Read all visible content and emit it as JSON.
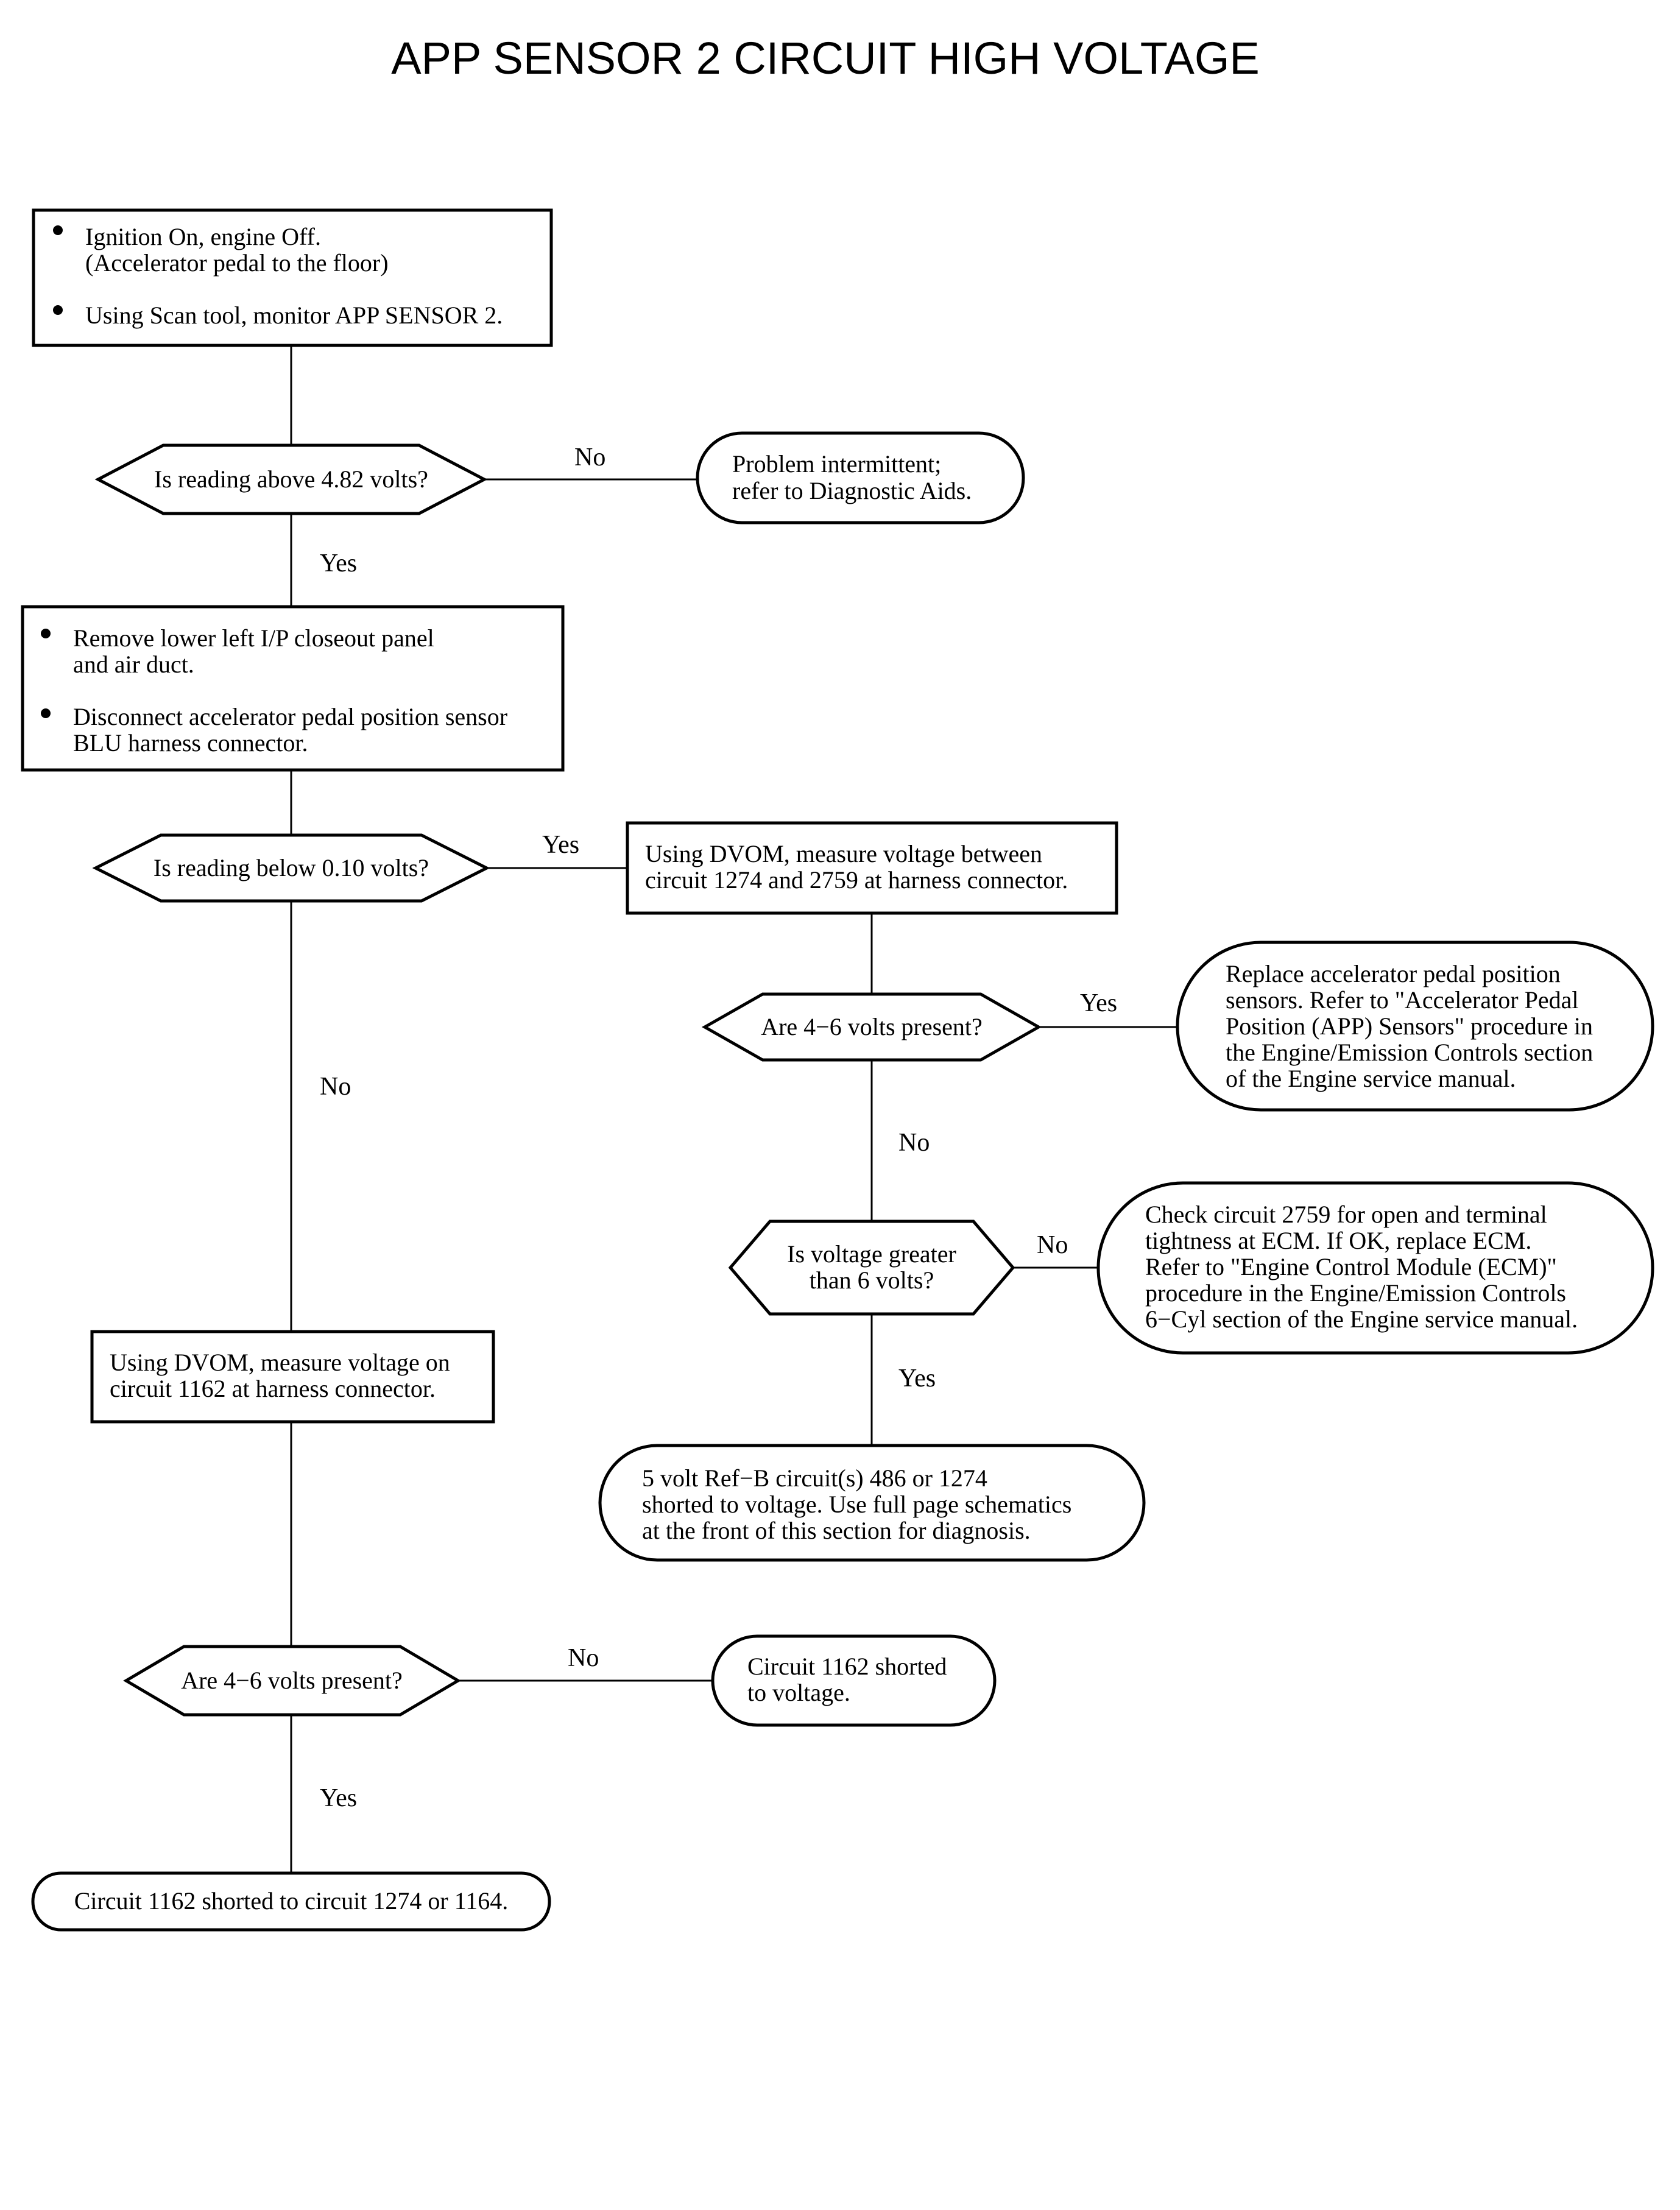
{
  "title": "APP SENSOR 2 CIRCUIT HIGH VOLTAGE",
  "nodes": {
    "step1": {
      "bullets": [
        [
          "Ignition On, engine Off.",
          "(Accelerator pedal to the floor)"
        ],
        [
          "Using Scan tool, monitor APP SENSOR 2."
        ]
      ]
    },
    "q1": {
      "lines": [
        "Is reading above 4.82 volts?"
      ]
    },
    "r1": {
      "lines": [
        "Problem intermittent;",
        "refer to Diagnostic Aids."
      ]
    },
    "step2": {
      "bullets": [
        [
          "Remove lower left I/P closeout panel",
          "and air duct."
        ],
        [
          "Disconnect accelerator pedal position sensor",
          "BLU harness connector."
        ]
      ]
    },
    "q2": {
      "lines": [
        "Is reading below 0.10 volts?"
      ]
    },
    "step3": {
      "lines": [
        "Using DVOM, measure voltage between",
        "circuit 1274 and 2759 at harness connector."
      ]
    },
    "q3": {
      "lines": [
        "Are 4−6 volts present?"
      ]
    },
    "r2": {
      "lines": [
        "Replace accelerator pedal position",
        "sensors. Refer to \"Accelerator Pedal",
        "Position (APP) Sensors\" procedure in",
        "the Engine/Emission Controls section",
        "of the Engine service manual."
      ]
    },
    "q4": {
      "lines": [
        "Is voltage greater",
        "than 6 volts?"
      ]
    },
    "r3": {
      "lines": [
        "Check circuit 2759 for open and terminal",
        "tightness at ECM. If OK, replace ECM.",
        "Refer to \"Engine Control Module (ECM)\"",
        "procedure in the Engine/Emission Controls",
        "6−Cyl section of the Engine service manual."
      ]
    },
    "r4": {
      "lines": [
        "5 volt Ref−B circuit(s) 486 or 1274",
        "shorted to voltage. Use full page schematics",
        "at the front of this section for diagnosis."
      ]
    },
    "step4": {
      "lines": [
        "Using DVOM, measure voltage on",
        "circuit 1162 at harness connector."
      ]
    },
    "q5": {
      "lines": [
        "Are 4−6 volts present?"
      ]
    },
    "r5": {
      "lines": [
        "Circuit 1162 shorted",
        "to voltage."
      ]
    },
    "r6": {
      "lines": [
        "Circuit 1162 shorted to circuit 1274 or 1164."
      ]
    }
  },
  "edge_labels": {
    "q1_no": "No",
    "q1_yes": "Yes",
    "q2_yes": "Yes",
    "q2_no": "No",
    "q3_yes": "Yes",
    "q3_no": "No",
    "q4_no": "No",
    "q4_yes": "Yes",
    "q5_no": "No",
    "q5_yes": "Yes"
  }
}
